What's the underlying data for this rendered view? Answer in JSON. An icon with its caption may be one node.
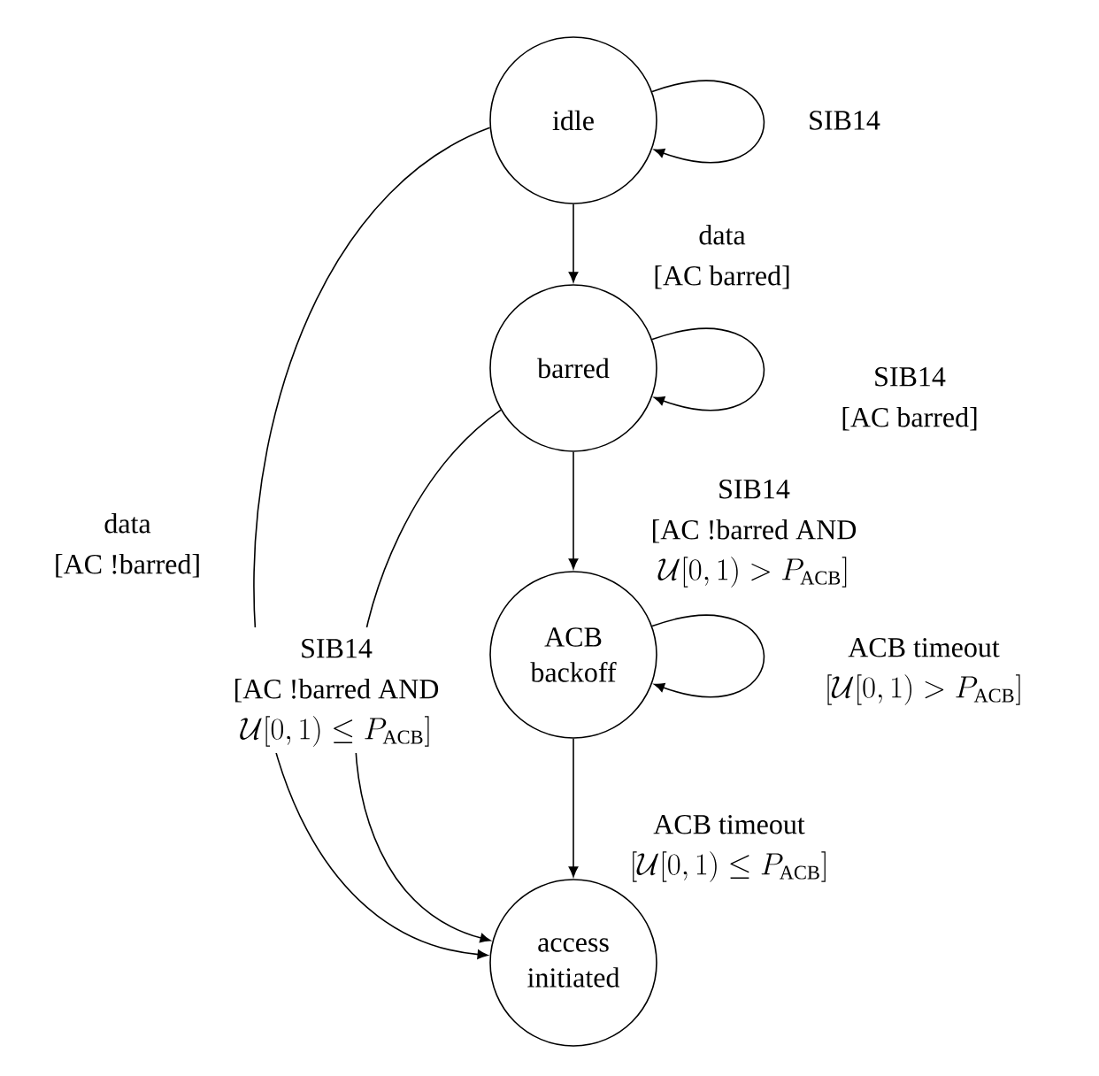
{
  "diagram": {
    "nodes": [
      {
        "text": [
          "idle"
        ]
      },
      {
        "text": [
          "barred"
        ]
      },
      {
        "text": [
          "ACB backoff"
        ]
      },
      {
        "text": [
          "access initiated"
        ]
      }
    ],
    "edges": [
      {
        "from": 0,
        "to": 0,
        "arrow": "to",
        "label": "\\text{SIB14}"
      },
      {
        "from": 0,
        "to": 1,
        "arrow": "to",
        "label": "\\begin{array}{c}\\text{data}\\\\ \\text{[AC barred]}\\end{array}"
      },
      {
        "from": 1,
        "to": 1,
        "arrow": "to",
        "label": "\\begin{array}{c}\\text{SIB14}\\\\ \\text{[AC barred]}\\end{array}"
      },
      {
        "from": 1,
        "to": 2,
        "arrow": "to",
        "label": "\\begin{array}{c}\\text{SIB14}\\\\ \\text{[AC !barred AND}\\\\ \\mathcal{U}[0,1) > P_{\\mathrm{ACB}}]\\end{array}"
      },
      {
        "from": 1,
        "to": 3,
        "arrow": "to",
        "label": "\\begin{array}{c}\\text{SIB14}\\\\ \\text{[AC !barred AND}\\\\ \\mathcal{U}[0,1) \\leq P_{\\mathrm{ACB}}]\\end{array}"
      },
      {
        "from": 0,
        "to": 3,
        "arrow": "to",
        "label": "\\begin{array}{c}\\text{data}\\\\ \\text{[AC !barred]}\\end{array}"
      },
      {
        "from": 2,
        "to": 2,
        "arrow": "to",
        "label": "\\begin{array}{c}\\text{ACB timeout}\\\\ {[\\mathcal{U}[0,1) > P_{\\mathrm{ACB}}]}\\end{array}"
      },
      {
        "from": 2,
        "to": 3,
        "arrow": "to",
        "label": "\\begin{array}{c}\\text{ACB timeout}\\\\ {[\\mathcal{U}[0,1) \\leq P_{\\mathrm{ACB}}]}\\end{array}"
      }
    ]
  }
}
